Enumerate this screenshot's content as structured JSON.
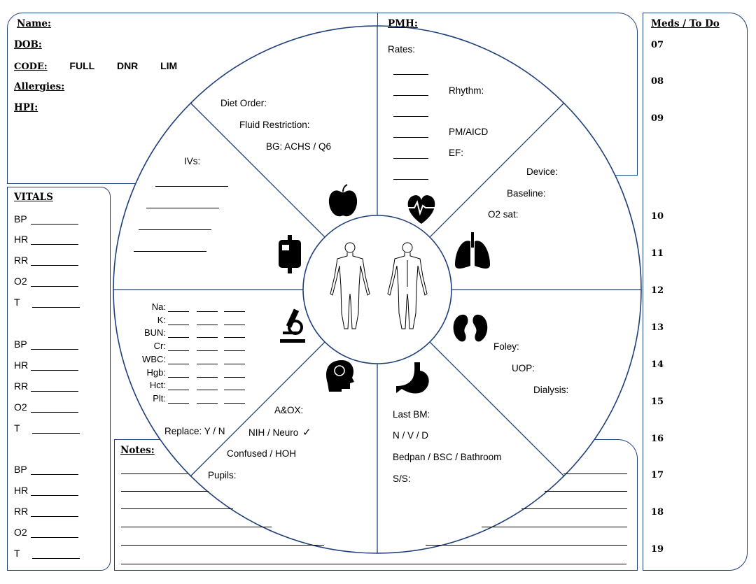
{
  "patient": {
    "name_label": "Name:",
    "dob_label": "DOB:",
    "code_label": "CODE:",
    "code_options": [
      "FULL",
      "DNR",
      "LIM"
    ],
    "allergies_label": "Allergies:",
    "hpi_label": "HPI:"
  },
  "pmh": {
    "label": "PMH:"
  },
  "meds": {
    "label": "Meds / To Do",
    "hours": [
      "07",
      "08",
      "09",
      "10",
      "11",
      "12",
      "13",
      "14",
      "15",
      "16",
      "17",
      "18",
      "19"
    ]
  },
  "vitals": {
    "label": "VITALS",
    "rows": [
      "BP",
      "HR",
      "RR",
      "O2",
      "T",
      "BP",
      "HR",
      "RR",
      "O2",
      "T",
      "BP",
      "HR",
      "RR",
      "O2",
      "T"
    ]
  },
  "notes": {
    "label": "Notes:"
  },
  "cardiac": {
    "rates": "Rates:",
    "rhythm": "Rhythm:",
    "pm": "PM/AICD",
    "ef": "EF:"
  },
  "resp": {
    "device": "Device:",
    "baseline": "Baseline:",
    "o2sat": "O2 sat:"
  },
  "diet": {
    "order": "Diet Order:",
    "fluid": "Fluid Restriction:",
    "bg": "BG:   ACHS / Q6"
  },
  "ivs": {
    "label": "IVs:"
  },
  "labs": {
    "items": [
      "Na:",
      "K:",
      "BUN:",
      "Cr:",
      "WBC:",
      "Hgb:",
      "Hct:",
      "Plt:"
    ]
  },
  "renal": {
    "foley": "Foley:",
    "uop": "UOP:",
    "dialysis": "Dialysis:"
  },
  "gi": {
    "lastbm": "Last BM:",
    "nvd": "N / V / D",
    "bedpan": "Bedpan / BSC / Bathroom",
    "ss": "S/S:"
  },
  "neuro": {
    "aox": "A&OX:",
    "nih": "NIH / Neuro",
    "check": "✓",
    "confused": "Confused / HOH",
    "pupils": "Pupils:",
    "replace": "Replace:  Y / N"
  },
  "colors": {
    "border": "#1f3f7a",
    "ink": "#000000"
  }
}
